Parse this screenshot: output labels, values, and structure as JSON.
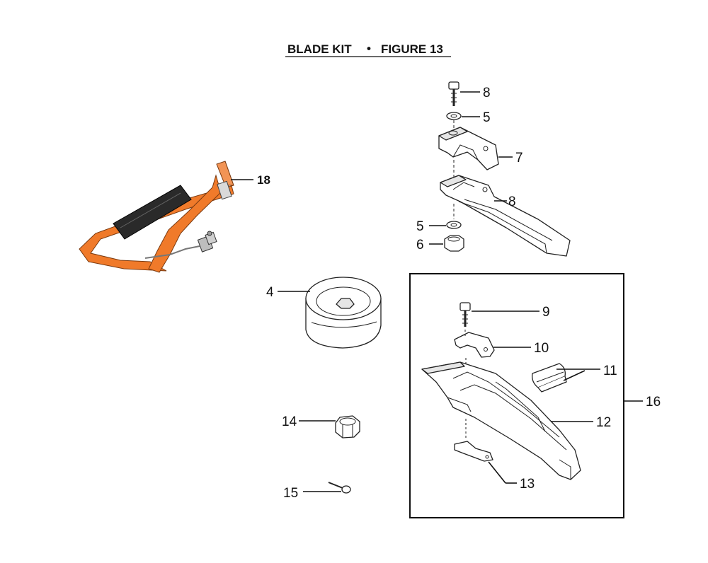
{
  "title": {
    "left": "BLADE KIT",
    "bullet": "•",
    "right": "FIGURE 13"
  },
  "callouts": {
    "c18": "18",
    "c8a": "8",
    "c5a": "5",
    "c7": "7",
    "c8b": "8",
    "c5b": "5",
    "c6": "6",
    "c4": "4",
    "c9": "9",
    "c10": "10",
    "c11": "11",
    "c16": "16",
    "c12": "12",
    "c13": "13",
    "c14": "14",
    "c15": "15"
  },
  "colors": {
    "strap": "#f07a2a",
    "pad": "#2a2a2a",
    "line": "#111111"
  }
}
